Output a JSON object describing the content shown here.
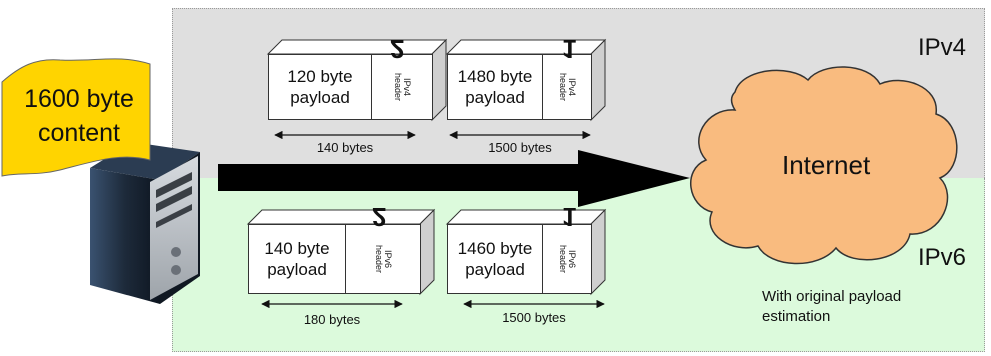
{
  "regions": {
    "ipv4": {
      "label": "IPv4",
      "color": "#dfdfdf"
    },
    "ipv6": {
      "label": "IPv6",
      "color": "#dcfadc"
    }
  },
  "source": {
    "content_line1": "1600 byte",
    "content_line2": "content",
    "banner_color": "#ffd400"
  },
  "cloud": {
    "label": "Internet",
    "color": "#f9bb7f"
  },
  "note": "With original payload estimation",
  "packets": {
    "ipv4": [
      {
        "number": "2",
        "payload_line1": "120 byte",
        "payload_line2": "payload",
        "header_line1": "IPv4",
        "header_line2": "header",
        "size": "140 bytes"
      },
      {
        "number": "1",
        "payload_line1": "1480 byte",
        "payload_line2": "payload",
        "header_line1": "IPv4",
        "header_line2": "header",
        "size": "1500 bytes"
      }
    ],
    "ipv6": [
      {
        "number": "2",
        "payload_line1": "140 byte",
        "payload_line2": "payload",
        "header_line1": "IPv6",
        "header_line2": "header",
        "size": "180 bytes"
      },
      {
        "number": "1",
        "payload_line1": "1460 byte",
        "payload_line2": "payload",
        "header_line1": "IPv6",
        "header_line2": "header",
        "size": "1500 bytes"
      }
    ]
  }
}
